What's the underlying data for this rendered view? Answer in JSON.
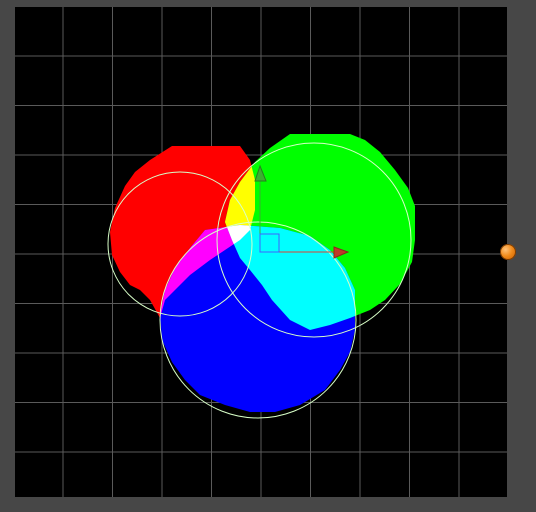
{
  "scene": {
    "canvas_background": "#000000",
    "frame_color": "#474747",
    "grid_color": "#5a5a5a",
    "circles": [
      {
        "name": "red",
        "color": "#ff0000"
      },
      {
        "name": "green",
        "color": "#00ff00"
      },
      {
        "name": "blue",
        "color": "#0000ff"
      }
    ],
    "overlap_colors": {
      "red_green": "#ffff00",
      "green_blue": "#00ffff",
      "red_blue": "#ff00ff",
      "all": "#ffffff"
    },
    "gizmo": {
      "x_axis_color": "#e04030",
      "y_axis_color": "#3cb030",
      "center_square_color": "#4060ff"
    },
    "outline_color": "#d8ffc8",
    "handle_color": "#f08a1a"
  }
}
